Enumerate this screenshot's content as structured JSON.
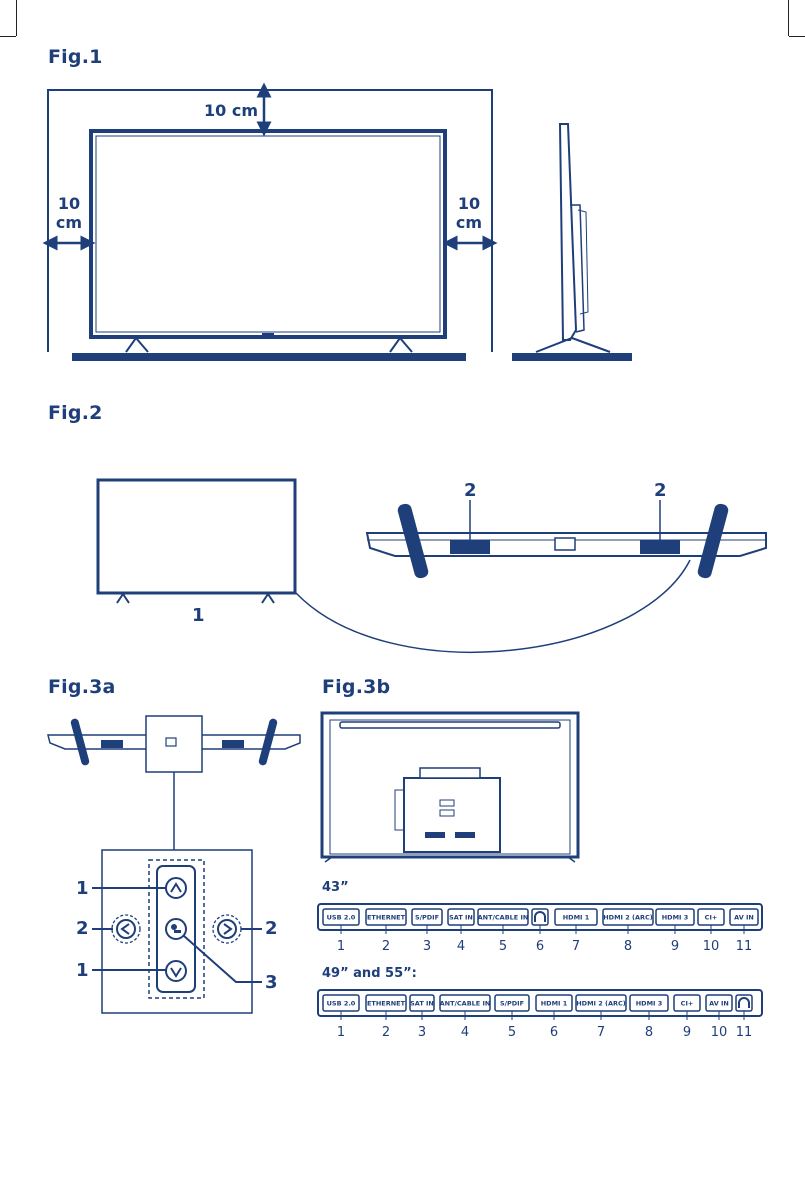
{
  "fig1": {
    "title": "Fig.1",
    "top_clearance": "10 cm",
    "left_clearance_value": "10",
    "left_clearance_unit": "cm",
    "right_clearance_value": "10",
    "right_clearance_unit": "cm"
  },
  "fig2": {
    "title": "Fig.2",
    "front_label": "1",
    "speaker_left_label": "2",
    "speaker_right_label": "2"
  },
  "fig3a": {
    "title": "Fig.3a",
    "labels": {
      "up": "1",
      "down": "1",
      "left": "2",
      "right": "2",
      "power": "3"
    }
  },
  "fig3b": {
    "title": "Fig.3b",
    "panels": [
      {
        "size": "43”",
        "ports": [
          "USB 2.0",
          "ETHERNET",
          "S/PDIF",
          "SAT IN",
          "ANT/CABLE IN",
          "headphone-icon",
          "HDMI 1",
          "HDMI 2 (ARC)",
          "HDMI 3",
          "CI+",
          "AV IN"
        ],
        "numbers": [
          "1",
          "2",
          "3",
          "4",
          "5",
          "6",
          "7",
          "8",
          "9",
          "10",
          "11"
        ]
      },
      {
        "size": "49” and 55”:",
        "ports": [
          "USB 2.0",
          "ETHERNET",
          "SAT IN",
          "ANT/CABLE IN",
          "S/PDIF",
          "HDMI 1",
          "HDMI 2 (ARC)",
          "HDMI 3",
          "CI+",
          "AV IN",
          "headphone-icon"
        ],
        "numbers": [
          "1",
          "2",
          "3",
          "4",
          "5",
          "6",
          "7",
          "8",
          "9",
          "10",
          "11"
        ]
      }
    ]
  },
  "colors": {
    "ink": "#1f3f7a",
    "background": "#ffffff"
  }
}
